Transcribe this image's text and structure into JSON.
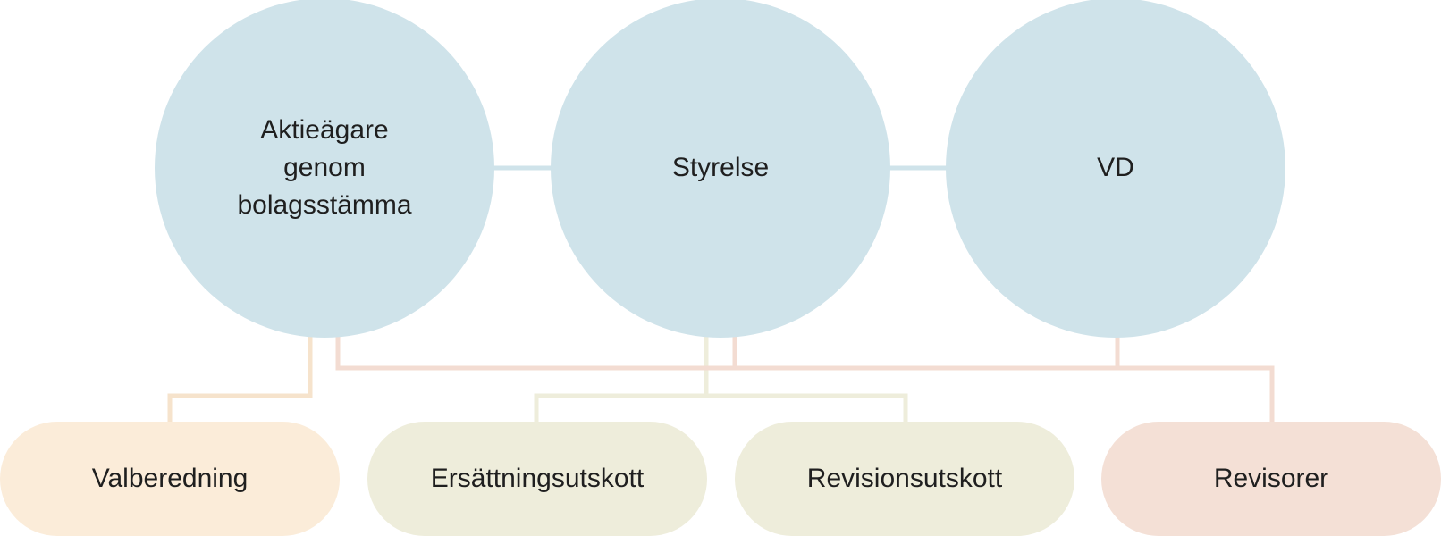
{
  "diagram": {
    "nodes": {
      "shareholders": "Aktieägare\ngenom\nbolagsstämma",
      "board": "Styrelse",
      "ceo": "VD",
      "nomination_committee": "Valberedning",
      "remuneration_committee": "Ersättningsutskott",
      "audit_committee": "Revisionsutskott",
      "auditors": "Revisorer"
    },
    "colors": {
      "circle_fill": "#cfe3ea",
      "nomination_fill": "#fbecd9",
      "committee_fill": "#eeeddb",
      "auditors_fill": "#f4e0d6",
      "line_blue": "#cfe3ea",
      "line_peach": "#f6e3cc",
      "line_olive": "#eeeddb",
      "line_salmon": "#f3dcd2"
    }
  }
}
